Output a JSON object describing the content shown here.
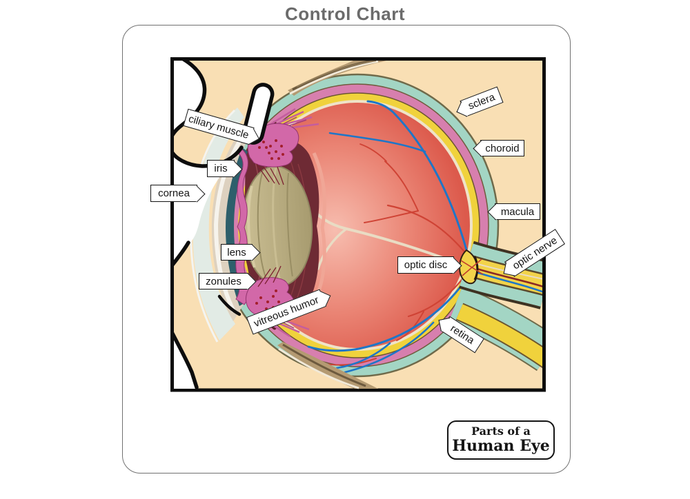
{
  "title": "Control Chart",
  "badge": {
    "line1": "Parts of a",
    "line2": "Human Eye"
  },
  "callouts": [
    {
      "id": "ciliary-muscle",
      "label": "ciliary muscle"
    },
    {
      "id": "iris",
      "label": "iris"
    },
    {
      "id": "cornea",
      "label": "cornea"
    },
    {
      "id": "lens",
      "label": "lens"
    },
    {
      "id": "zonules",
      "label": "zonules"
    },
    {
      "id": "vitreous-humor",
      "label": "vitreous humor"
    },
    {
      "id": "sclera",
      "label": "sclera"
    },
    {
      "id": "choroid",
      "label": "choroid"
    },
    {
      "id": "macula",
      "label": "macula"
    },
    {
      "id": "optic-nerve",
      "label": "optic nerve"
    },
    {
      "id": "optic-disc",
      "label": "optic disc"
    },
    {
      "id": "retina",
      "label": "retina"
    }
  ],
  "palette": {
    "skin_peach": "#f9dfb4",
    "sclera_teal": "#a3d5c4",
    "choroid_pink": "#d77fae",
    "retina_yellow": "#f0d23c",
    "vitreous_red": "#d14f44",
    "lens_olive": "#b4a97d",
    "iris_magenta": "#d268a8",
    "chamber_dark_teal": "#2e5f6b",
    "vessel_blue": "#1e76c8",
    "vessel_red": "#cf4335",
    "hyaloid_cream": "#e9dcc4",
    "tendon_tan": "#b49a72",
    "title_gray": "#6b6b6b"
  }
}
